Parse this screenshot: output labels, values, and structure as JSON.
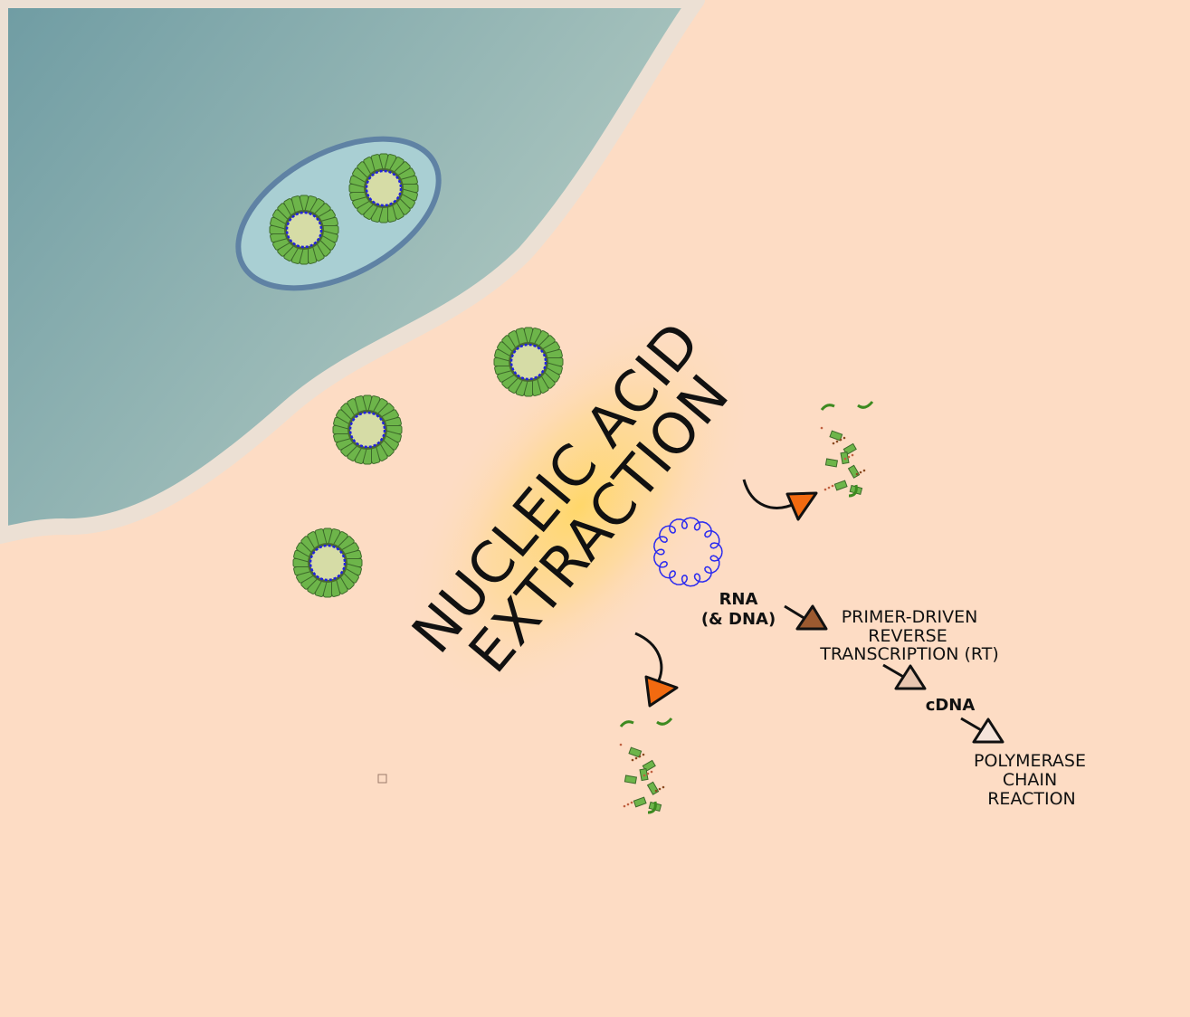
{
  "title": {
    "line1": "NUCLEIC ACID",
    "line2": "EXTRACTION"
  },
  "labels": {
    "rna_line1": "RNA",
    "rna_line2": "(& DNA)",
    "rt_line1": "PRIMER-DRIVEN",
    "rt_line2": "REVERSE",
    "rt_line3": "TRANSCRIPTION (RT)",
    "cdna": "cDNA",
    "pcr_line1": "POLYMERASE",
    "pcr_line2": "CHAIN",
    "pcr_line3": "REACTION"
  },
  "colors": {
    "background": "#fddcc4",
    "cell": "#8fb2b2",
    "membrane": "#ece0d4",
    "capsid": "#6db54a",
    "genome": "#2222dd",
    "arrowhead": "#f26a10",
    "rna_triangle": "#9c5a30",
    "rt_triangle": "#e8c6b0",
    "pcr_triangle": "#f5e4da"
  }
}
